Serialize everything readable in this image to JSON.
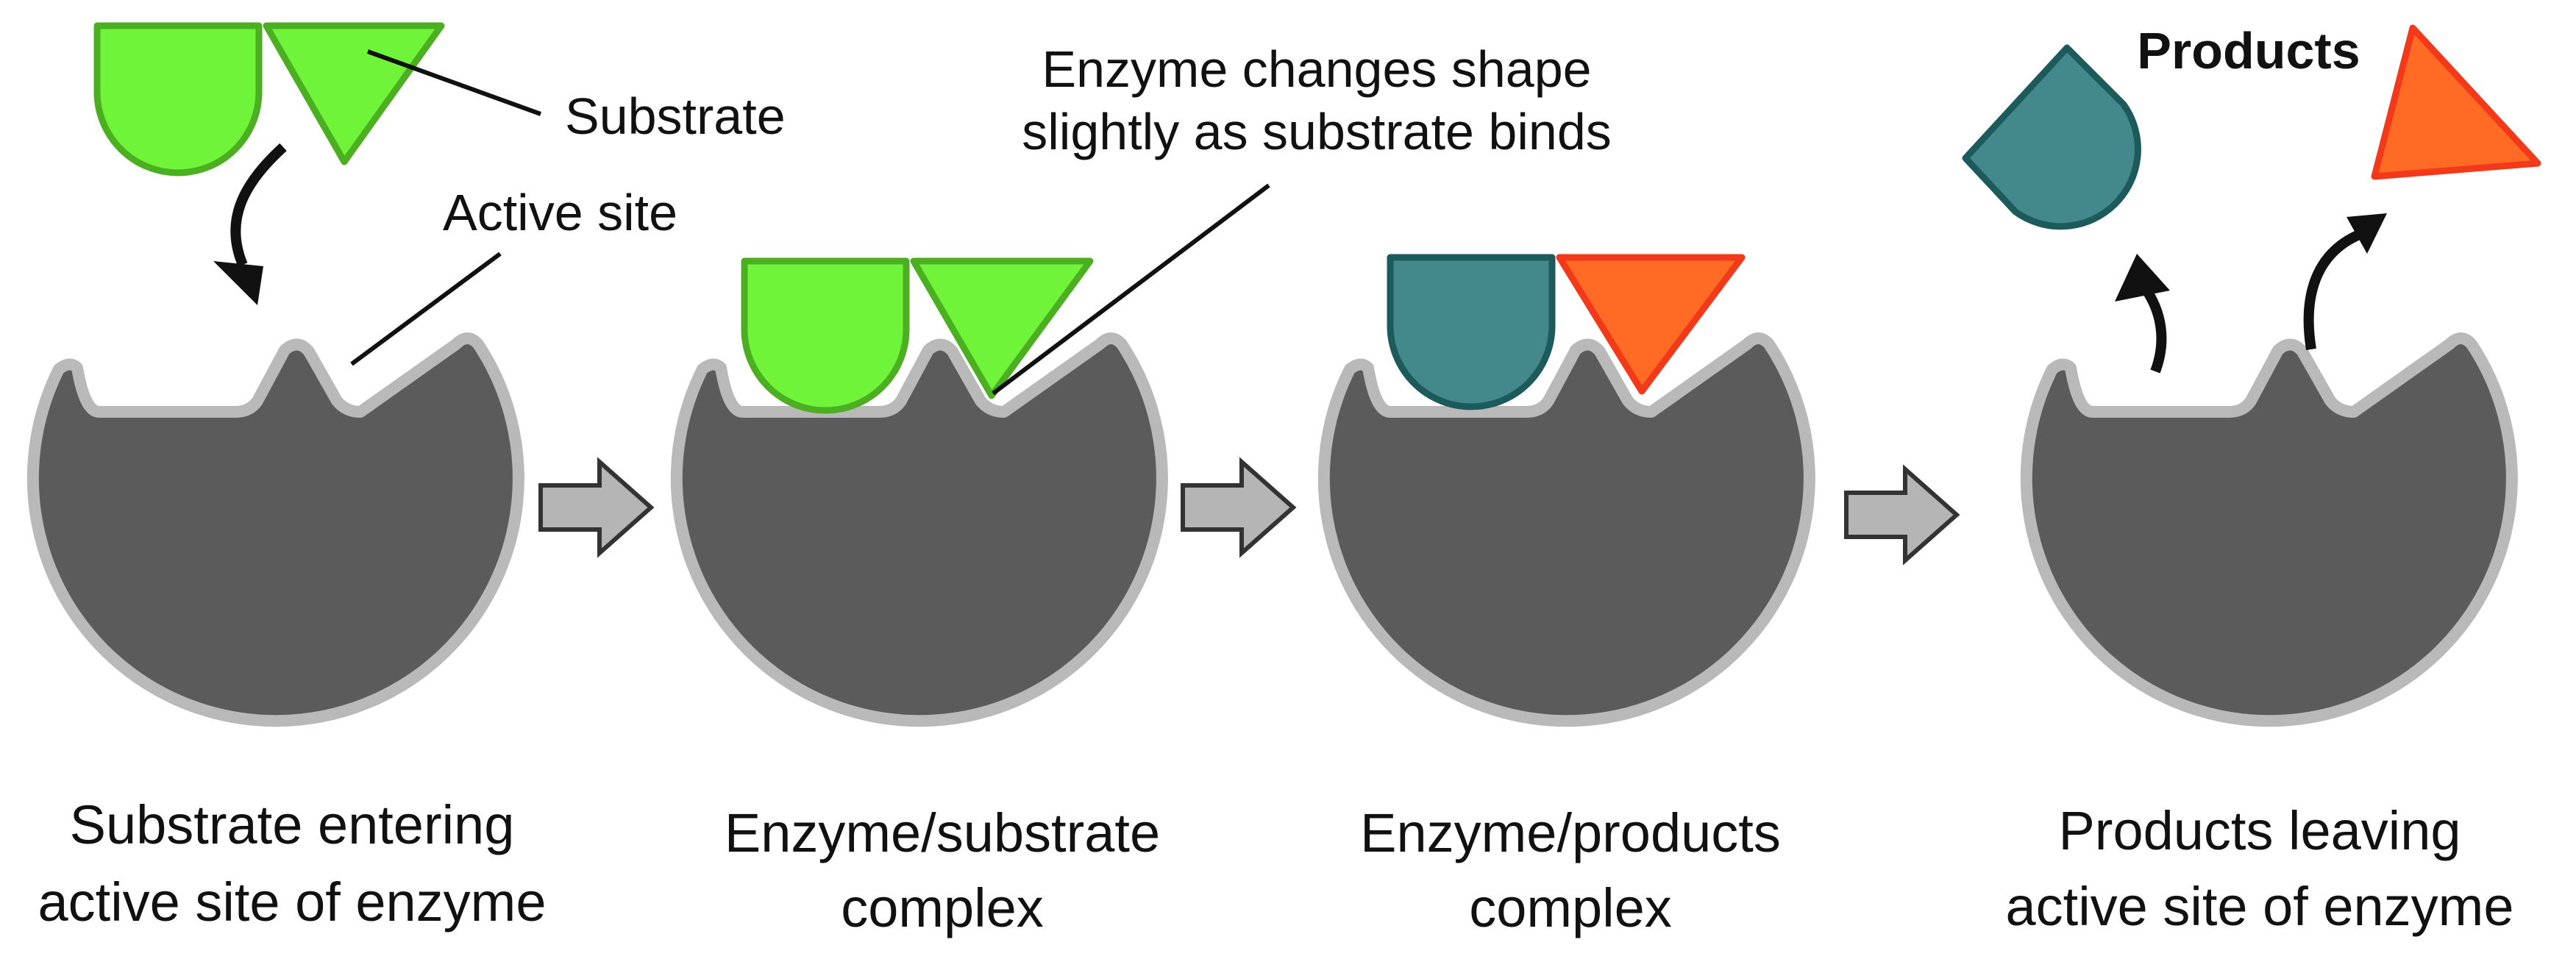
{
  "labels": {
    "substrate": "Substrate",
    "active_site": "Active site",
    "enzyme_changes_line1": "Enzyme changes shape",
    "enzyme_changes_line2": "slightly as substrate binds",
    "products": "Products"
  },
  "stages": [
    {
      "caption_line1": "Substrate entering",
      "caption_line2": "active site of enzyme"
    },
    {
      "caption_line1": "Enzyme/substrate",
      "caption_line2": "complex"
    },
    {
      "caption_line1": "Enzyme/products",
      "caption_line2": "complex"
    },
    {
      "caption_line1": "Products leaving",
      "caption_line2": "active site of enzyme"
    }
  ],
  "colors": {
    "enzyme_fill": "#5b5b5b",
    "enzyme_outline": "#b9b9b9",
    "substrate_fill": "#6ff43a",
    "substrate_stroke": "#4caf22",
    "product_round_fill": "#43888a",
    "product_round_stroke": "#1d5a5c",
    "product_triangle_fill": "#ff6a24",
    "product_triangle_stroke": "#f23a1a",
    "step_arrow_fill": "#b5b5b5",
    "step_arrow_stroke": "#333333"
  },
  "icons": {
    "step_arrow": "right-block-arrow-icon",
    "motion_arrow": "curved-arrow-icon"
  }
}
